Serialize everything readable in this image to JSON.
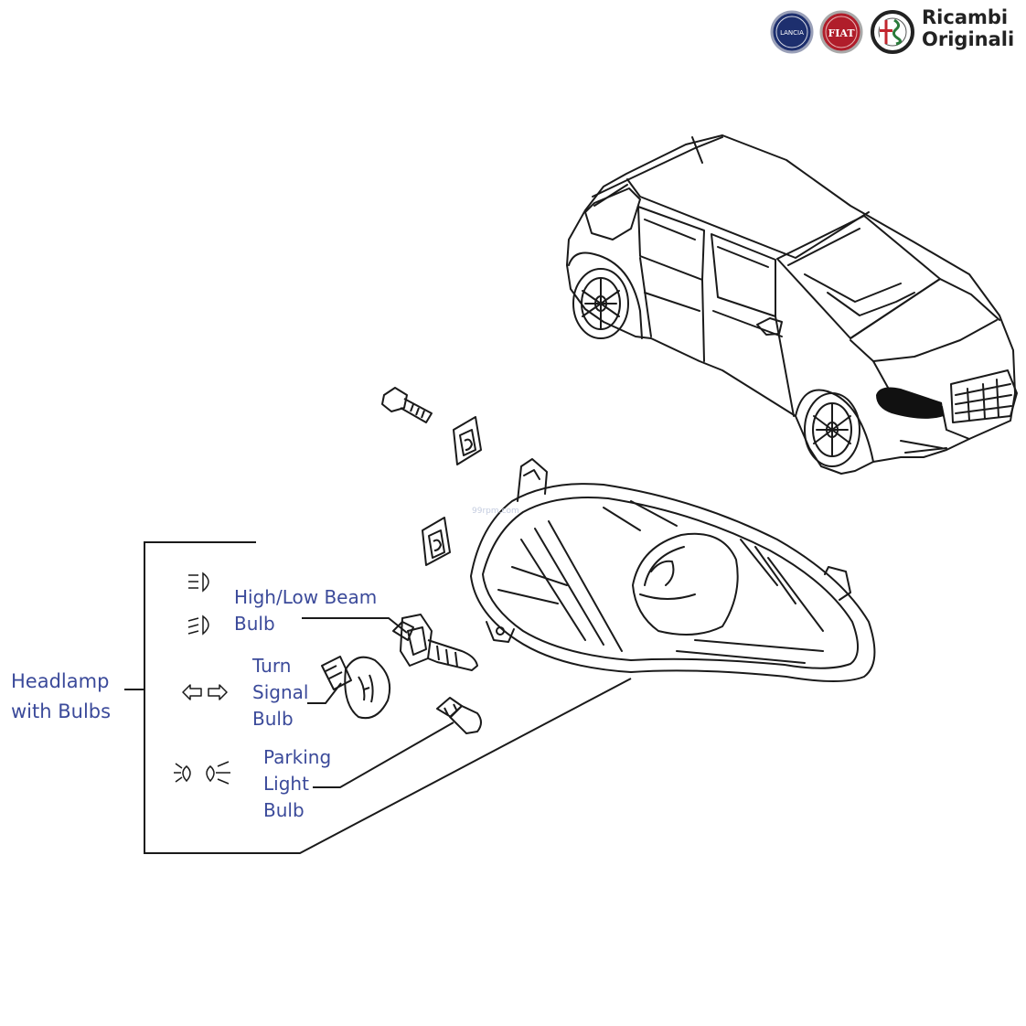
{
  "brand": {
    "logos": [
      "lancia-logo",
      "fiat-logo",
      "alfa-romeo-logo"
    ],
    "logo_text": {
      "lancia": "LANCIA",
      "fiat": "FIAT"
    },
    "title_line1": "Ricambi",
    "title_line2": "Originali"
  },
  "watermark": "99rpm.com",
  "assembly": {
    "label_line1": "Headlamp",
    "label_line2": "with Bulbs"
  },
  "parts": {
    "high_low_beam": {
      "line1": "High/Low Beam",
      "line2": "Bulb",
      "icon": "headlight-beam-icon"
    },
    "turn_signal": {
      "line1": "Turn",
      "line2": "Signal",
      "line3": "Bulb",
      "icon": "turn-signal-arrows-icon"
    },
    "parking_light": {
      "line1": "Parking",
      "line2": "Light",
      "line3": "Bulb",
      "icon": "parking-light-icon"
    }
  },
  "colors": {
    "label_text": "#3b4a9a",
    "line_art": "#1a1a1a",
    "brand_text": "#222222"
  }
}
